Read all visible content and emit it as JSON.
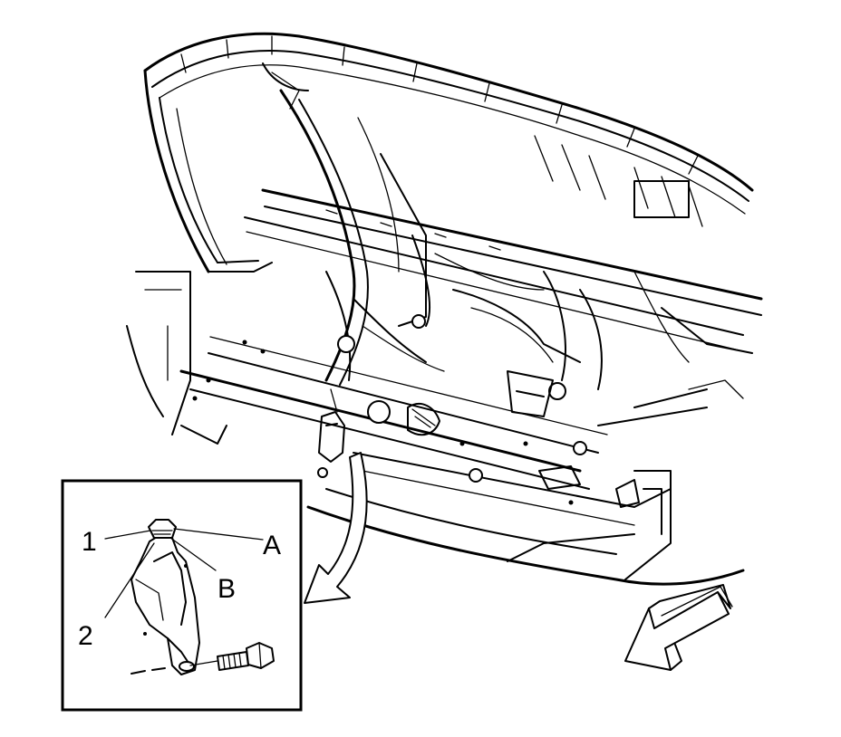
{
  "callouts": {
    "one": "1",
    "two": "2",
    "a": "A",
    "b": "B"
  },
  "icons": {
    "direction": "front-direction-arrow-icon",
    "zoom": "zoom-detail-arrow-icon"
  },
  "colors": {
    "ink": "#000000",
    "paper": "#ffffff"
  }
}
